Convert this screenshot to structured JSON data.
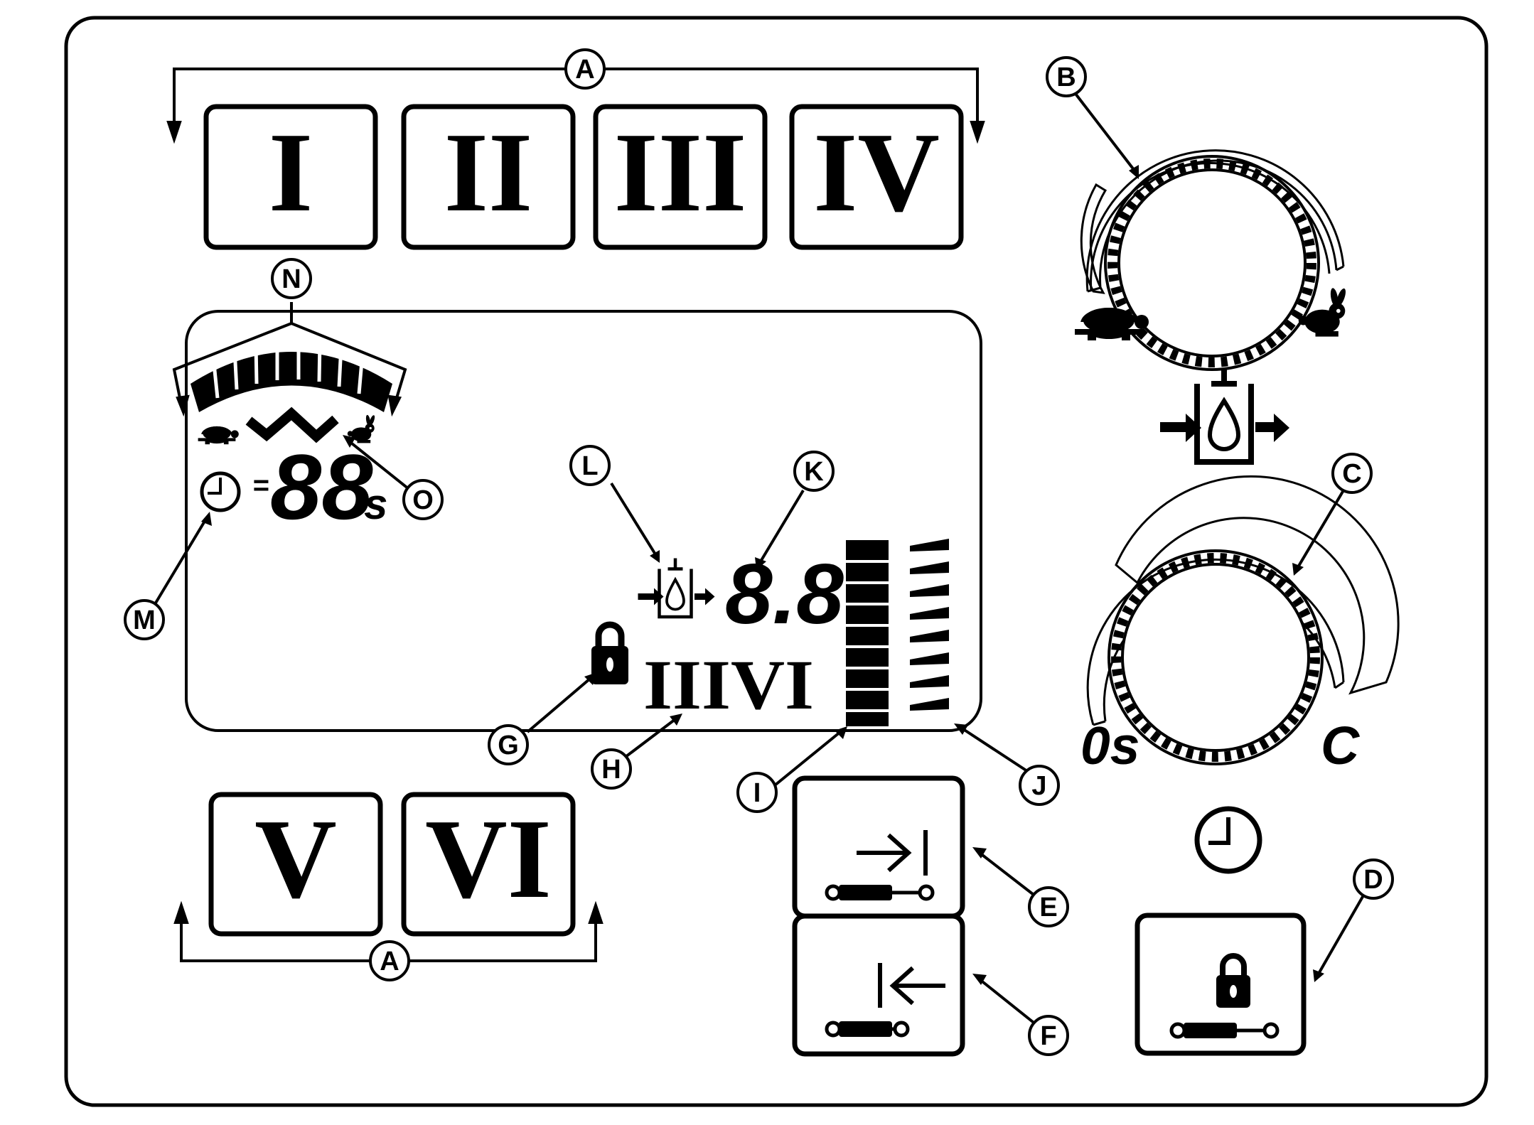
{
  "buttons": {
    "I": "I",
    "II": "II",
    "III": "III",
    "IV": "IV",
    "V": "V",
    "VI": "VI"
  },
  "labels": {
    "A_top": "A",
    "A_bottom": "A",
    "B": "B",
    "C": "C",
    "D": "D",
    "E": "E",
    "F": "F",
    "G": "G",
    "H": "H",
    "I": "I",
    "J": "J",
    "K": "K",
    "L": "L",
    "M": "M",
    "N": "N",
    "O": "O"
  },
  "display": {
    "timer_value": "88",
    "timer_unit": "s",
    "timer_equals": "=",
    "oil_value": "8.8",
    "program_indicator": "IIIVI"
  },
  "dials": {
    "timer_min": "0s",
    "timer_max": "C"
  },
  "icons": {
    "speed_dial_slow": "turtle-icon",
    "speed_dial_fast": "rabbit-icon",
    "oil_injection": "oil-drop-icon",
    "timer": "clock-icon",
    "lock": "padlock-icon",
    "advance": "advance-cylinder-icon",
    "retract": "retract-cylinder-icon",
    "lock_cylinder": "lock-cylinder-icon"
  },
  "colors": {
    "ink": "#000000",
    "paper": "#ffffff"
  }
}
